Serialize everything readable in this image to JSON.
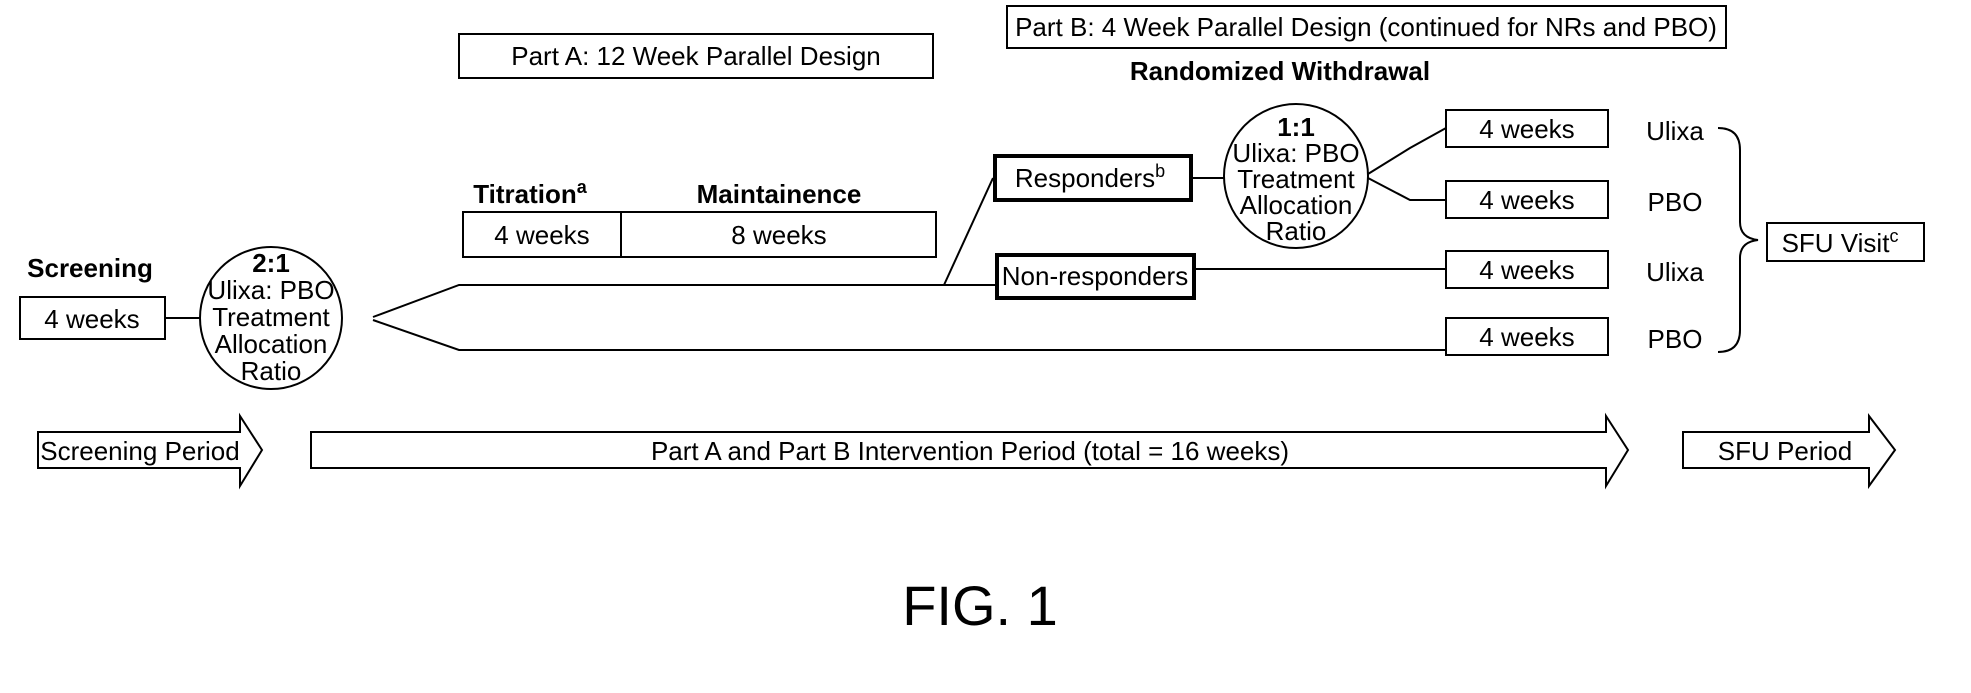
{
  "part_a": {
    "title": "Part A: 12 Week Parallel Design"
  },
  "part_b": {
    "title": "Part B: 4 Week Parallel Design (continued for NRs and PBO)"
  },
  "screening": {
    "label": "Screening",
    "duration": "4 weeks"
  },
  "allocation_a": {
    "ratio": "2:1",
    "line1": "Ulixa: PBO",
    "line2": "Treatment",
    "line3": "Allocation",
    "line4": "Ratio"
  },
  "titration": {
    "label": "Titration",
    "superscript": "a",
    "duration": "4 weeks"
  },
  "maintenance": {
    "label": "Maintainence",
    "duration": "8 weeks"
  },
  "randomized_withdrawal": {
    "label": "Randomized Withdrawal"
  },
  "responders": {
    "label": "Responders",
    "superscript": "b"
  },
  "non_responders": {
    "label": "Non-responders"
  },
  "allocation_b": {
    "ratio": "1:1",
    "line1": "Ulixa: PBO",
    "line2": "Treatment",
    "line3": "Allocation",
    "line4": "Ratio"
  },
  "arms": [
    {
      "duration": "4 weeks",
      "treatment": "Ulixa"
    },
    {
      "duration": "4 weeks",
      "treatment": "PBO"
    },
    {
      "duration": "4 weeks",
      "treatment": "Ulixa"
    },
    {
      "duration": "4 weeks",
      "treatment": "PBO"
    }
  ],
  "sfu_visit": {
    "label": "SFU Visit",
    "superscript": "c"
  },
  "periods": {
    "screening": "Screening Period",
    "intervention": "Part A and Part B Intervention Period (total = 16 weeks)",
    "sfu": "SFU Period"
  },
  "figure_label": "FIG. 1"
}
